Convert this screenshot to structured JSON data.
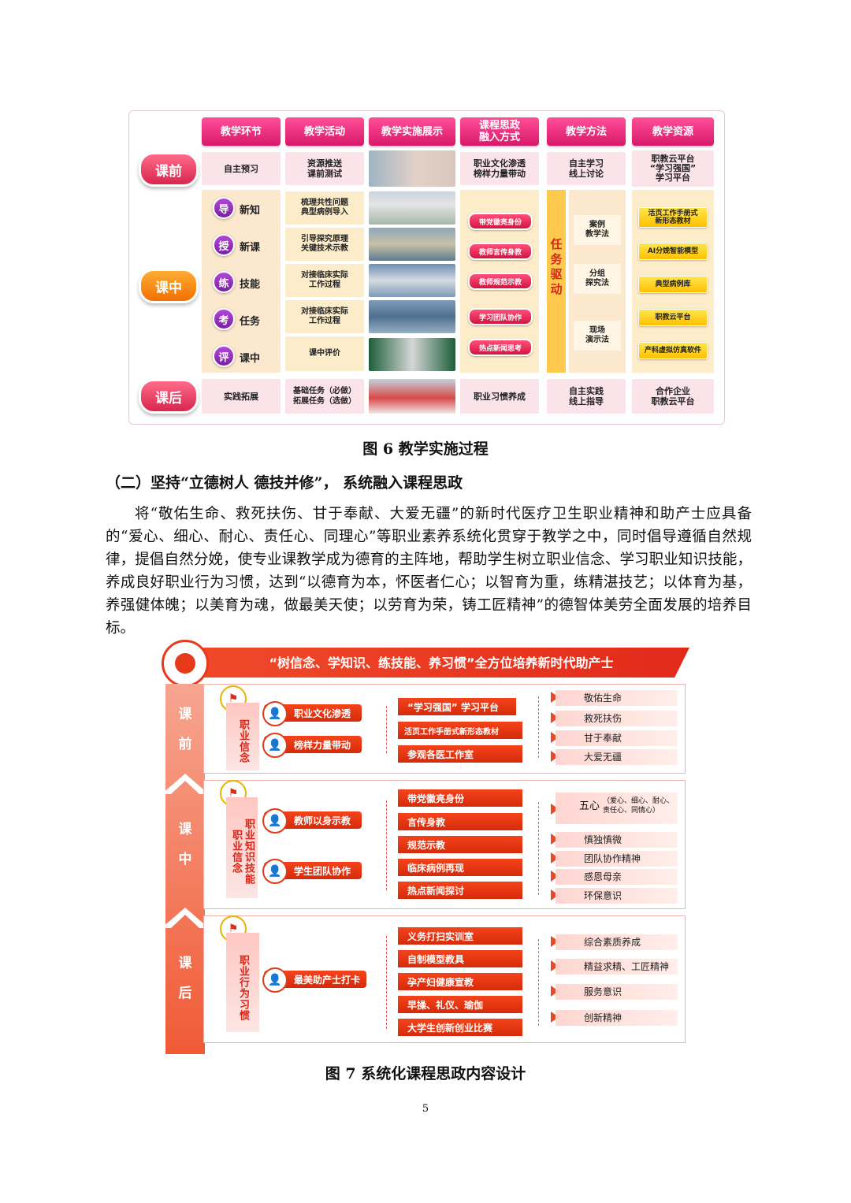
{
  "fig6": {
    "headers": [
      "教学环节",
      "教学活动",
      "教学实施展示",
      "课程思政\n融入方式",
      "教学方法",
      "教学资源"
    ],
    "phases": {
      "before": "课前",
      "during": "课中",
      "after": "课后"
    },
    "before_row": {
      "link": "自主预习",
      "activity": "资源推送\n课前测试",
      "ideology": "职业文化渗透\n榜样力量带动",
      "method": "自主学习\n线上讨论",
      "resource": "职教云平台\n“学习强国”\n学习平台"
    },
    "steps": [
      {
        "icon": "导",
        "label": "新知",
        "activity": "梳理共性问题\n典型病例导入"
      },
      {
        "icon": "授",
        "label": "新课",
        "activity": "引导探究原理\n关键技术示教"
      },
      {
        "icon": "练",
        "label": "技能",
        "activity": "对接临床实际\n工作过程"
      },
      {
        "icon": "考",
        "label": "任务",
        "activity": "对接临床实际\n工作过程"
      },
      {
        "icon": "评",
        "label": "课中",
        "activity": "课中评价"
      }
    ],
    "during_ideology": [
      "带党徽亮身份",
      "教师言传身教",
      "教师规范示教",
      "学习团队协作",
      "热点新闻思考"
    ],
    "task_driven": "任务驱动",
    "during_methods": [
      "案例\n教学法",
      "分组\n探究法",
      "现场\n演示法"
    ],
    "during_resources": [
      "活页工作手册式\n新形态教材",
      "AI分娩智能模型",
      "典型病例库",
      "职教云平台",
      "产科虚拟仿真软件"
    ],
    "after_row": {
      "link": "实践拓展",
      "activity": "基础任务（必做）\n拓展任务（选做）",
      "ideology": "职业习惯养成",
      "method": "自主实践\n线上指导",
      "resource": "合作企业\n职教云平台"
    }
  },
  "caption6": "图 6  教学实施过程",
  "section_heading": "（二）坚持“立德树人  德技并修”，  系统融入课程思政",
  "paragraph": "将“敬佑生命、救死扶伤、甘于奉献、大爱无疆”的新时代医疗卫生职业精神和助产士应具备的“爱心、细心、耐心、责任心、同理心”等职业素养系统化贯穿于教学之中，同时倡导遵循自然规律，提倡自然分娩，使专业课教学成为德育的主阵地，帮助学生树立职业信念、学习职业知识技能，养成良好职业行为习惯，达到“以德育为本，怀医者仁心；以智育为重，练精湛技艺；以体育为基，养强健体魄；以美育为魂，做最美天使；以劳育为荣，铸工匠精神”的德智体美劳全面发展的培养目标。",
  "fig7": {
    "banner": "“树信念、学知识、练技能、养习惯”全方位培养新时代助产士",
    "phases": [
      "课\n前",
      "课\n中",
      "课\n后"
    ],
    "before": {
      "vertical": "职业信念",
      "pills": [
        "职业文化渗透",
        "榜样力量带动"
      ],
      "items": [
        "“学习强国” 学习平台",
        "活页工作手册式新形态教材",
        "参观各医工作室"
      ],
      "values": [
        "敬佑生命",
        "救死扶伤",
        "甘于奉献",
        "大爱无疆"
      ]
    },
    "during": {
      "vertical1": "职业信念",
      "vertical2": "职业知识技能",
      "pills": [
        "教师以身示教",
        "学生团队协作"
      ],
      "items": [
        "带党徽亮身份",
        "言传身教",
        "规范示教",
        "临床病例再现",
        "热点新闻探讨"
      ],
      "values_first": "五心",
      "values_first_note": "（爱心、细心、耐心、\n责任心、同情心）",
      "values": [
        "慎独慎微",
        "团队协作精神",
        "感恩母亲",
        "环保意识"
      ]
    },
    "after": {
      "vertical": "职业行为习惯",
      "pills": [
        "最美助产士打卡"
      ],
      "items": [
        "义务打扫实训室",
        "自制模型教具",
        "孕产妇健康宣教",
        "早操、礼仪、瑜伽",
        "大学生创新创业比赛"
      ],
      "values": [
        "综合素质养成",
        "精益求精、工匠精神",
        "服务意识",
        "创新精神"
      ]
    }
  },
  "caption7": "图 7  系统化课程思政内容设计",
  "page_number": "5"
}
